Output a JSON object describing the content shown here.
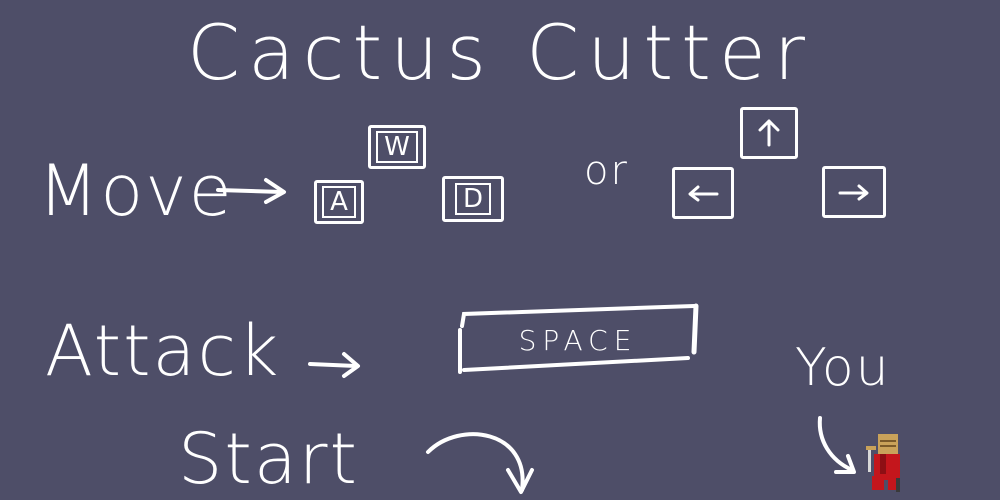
{
  "title": "Cactus Cutter",
  "controls": {
    "move_label": "Move",
    "or_label": "or",
    "attack_label": "Attack",
    "start_label": "Start",
    "keys": {
      "w": "W",
      "a": "A",
      "d": "D",
      "space": "SPACE"
    },
    "arrow_icons": [
      "arrow-up-icon",
      "arrow-left-icon",
      "arrow-right-icon"
    ]
  },
  "player": {
    "label": "You",
    "colors": {
      "body": "#c4161c",
      "helmet": "#c9a25a"
    }
  },
  "colors": {
    "background": "#4e4e68",
    "ink": "#ffffff"
  }
}
